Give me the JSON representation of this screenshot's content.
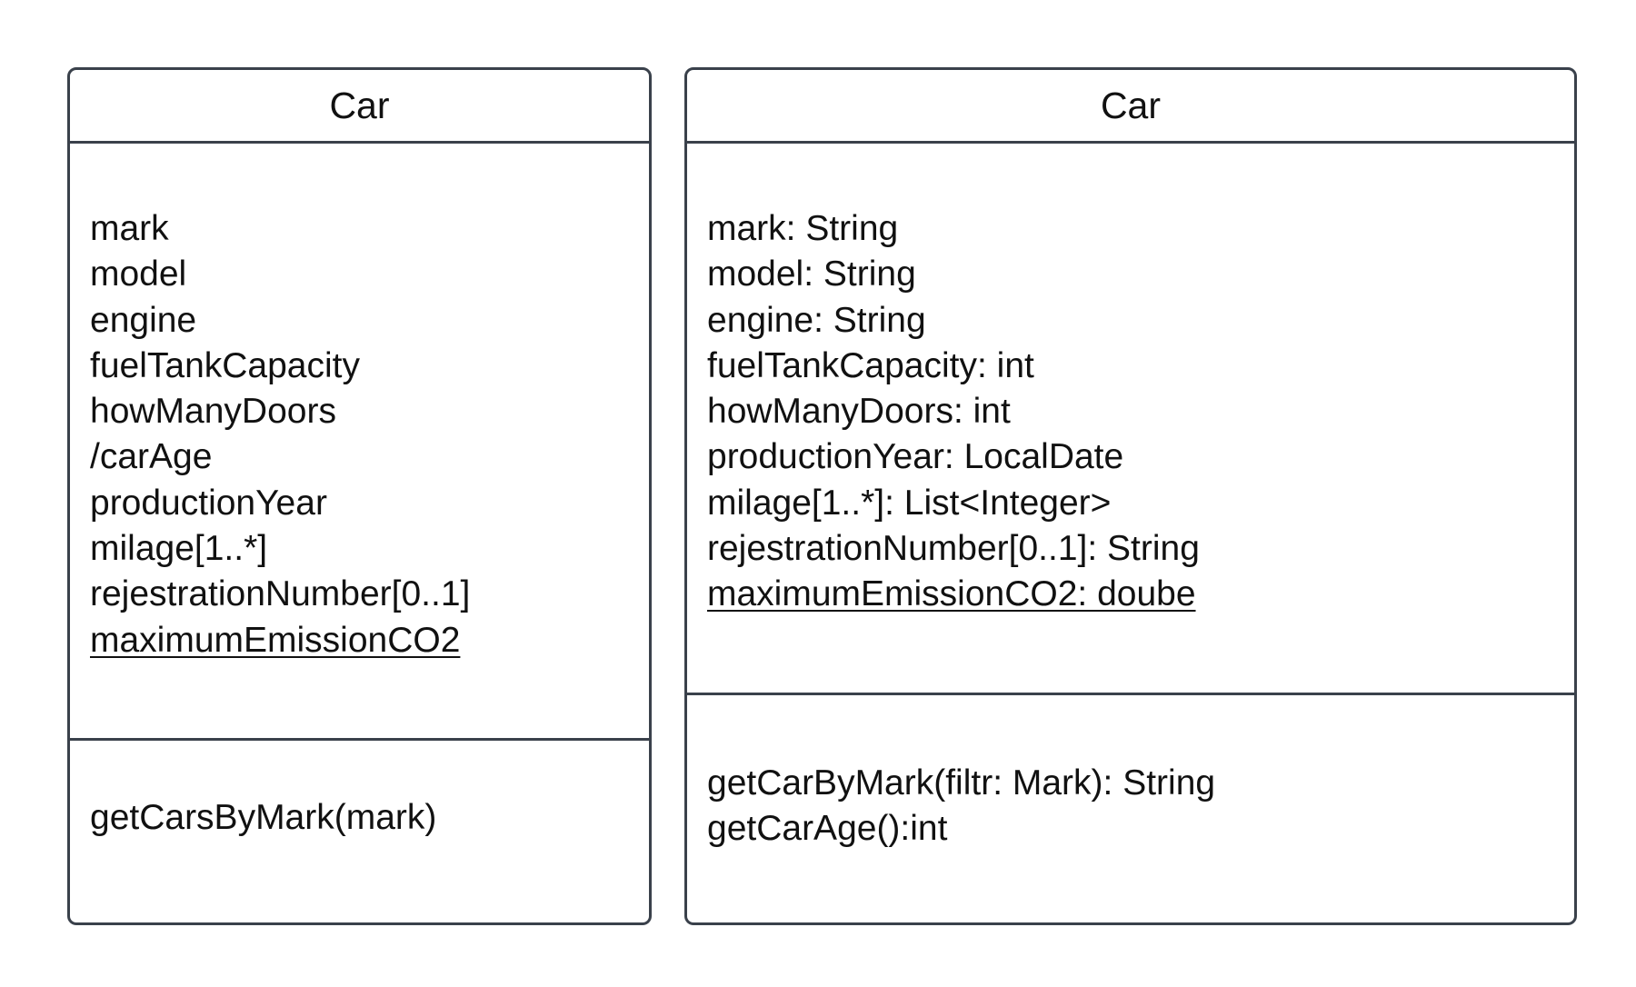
{
  "classes": [
    {
      "name": "Car",
      "attributes": [
        "mark",
        "model",
        "engine",
        "fuelTankCapacity",
        "howManyDoors",
        "/carAge",
        "productionYear",
        "milage[1..*]",
        "rejestrationNumber[0..1]",
        "maximumEmissionCO2"
      ],
      "static_attributes": [
        "maximumEmissionCO2"
      ],
      "operations": [
        "getCarsByMark(mark)"
      ]
    },
    {
      "name": "Car",
      "attributes": [
        "mark: String",
        "model: String",
        "engine: String",
        "fuelTankCapacity: int",
        "howManyDoors: int",
        "productionYear: LocalDate",
        "milage[1..*]: List<Integer>",
        "rejestrationNumber[0..1]: String",
        "maximumEmissionCO2: doube"
      ],
      "static_attributes": [
        "maximumEmissionCO2: doube"
      ],
      "operations": [
        "getCarByMark(filtr: Mark): String",
        "getCarAge():int"
      ]
    }
  ],
  "colors": {
    "border": "#3a414b",
    "text": "#111111",
    "background": "#ffffff"
  }
}
